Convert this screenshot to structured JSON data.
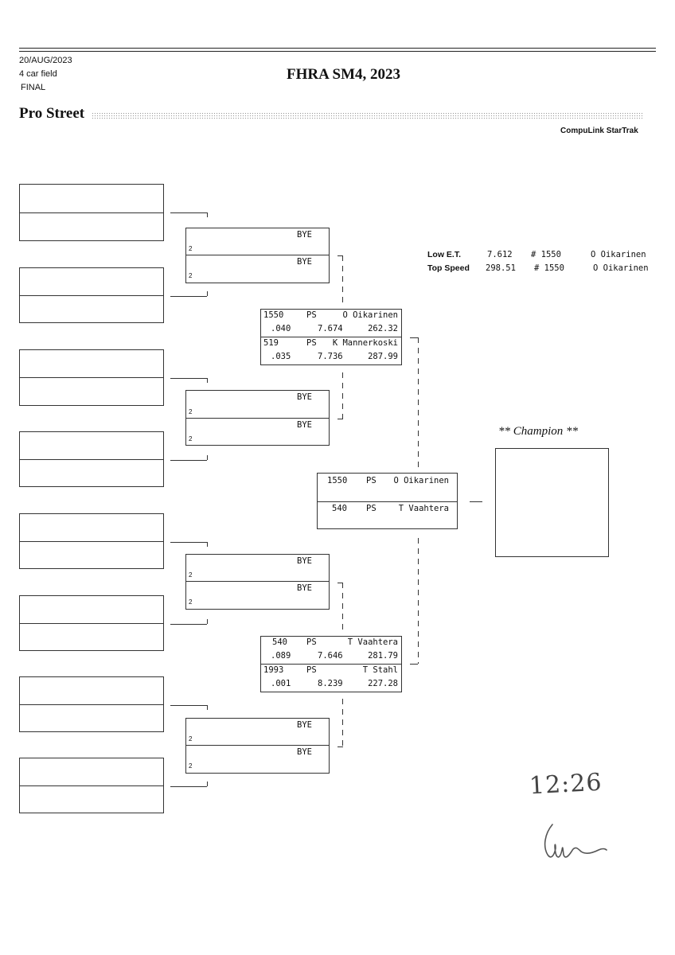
{
  "header": {
    "date": "20/AUG/2023",
    "field": "4 car field",
    "round": "FINAL",
    "title": "FHRA SM4, 2023",
    "class_name": "Pro Street",
    "brand": "CompuLink StarTrak"
  },
  "round2": [
    {
      "top_label": "BYE",
      "top_lane": "2",
      "bottom_label": "BYE",
      "bottom_lane": "2"
    },
    {
      "top_label": "BYE",
      "top_lane": "2",
      "bottom_label": "BYE",
      "bottom_lane": "2"
    },
    {
      "top_label": "BYE",
      "top_lane": "2",
      "bottom_label": "BYE",
      "bottom_lane": "2"
    },
    {
      "top_label": "BYE",
      "top_lane": "2",
      "bottom_label": "BYE",
      "bottom_lane": "2"
    }
  ],
  "semifinals": [
    {
      "top": {
        "number": "1550",
        "class": "PS",
        "name": "O Oikarinen",
        "rt": ".040",
        "et": "7.674",
        "mph": "262.32"
      },
      "bottom": {
        "number": "519",
        "class": "PS",
        "name": "K Mannerkoski",
        "rt": ".035",
        "et": "7.736",
        "mph": "287.99"
      }
    },
    {
      "top": {
        "number": "540",
        "class": "PS",
        "name": "T Vaahtera",
        "rt": ".089",
        "et": "7.646",
        "mph": "281.79"
      },
      "bottom": {
        "number": "1993",
        "class": "PS",
        "name": "T Stahl",
        "rt": ".001",
        "et": "8.239",
        "mph": "227.28"
      }
    }
  ],
  "final": {
    "top": {
      "number": "1550",
      "class": "PS",
      "name": "O Oikarinen"
    },
    "bottom": {
      "number": "540",
      "class": "PS",
      "name": "T Vaahtera"
    }
  },
  "champion": {
    "title": "** Champion **"
  },
  "stats": {
    "low_et": {
      "label": "Low  E.T.",
      "value": "7.612",
      "number": "# 1550",
      "name": "O Oikarinen"
    },
    "top_speed": {
      "label": "Top Speed",
      "value": "298.51",
      "number": "# 1550",
      "name": "O Oikarinen"
    }
  },
  "handwriting": {
    "time": "12:26"
  }
}
